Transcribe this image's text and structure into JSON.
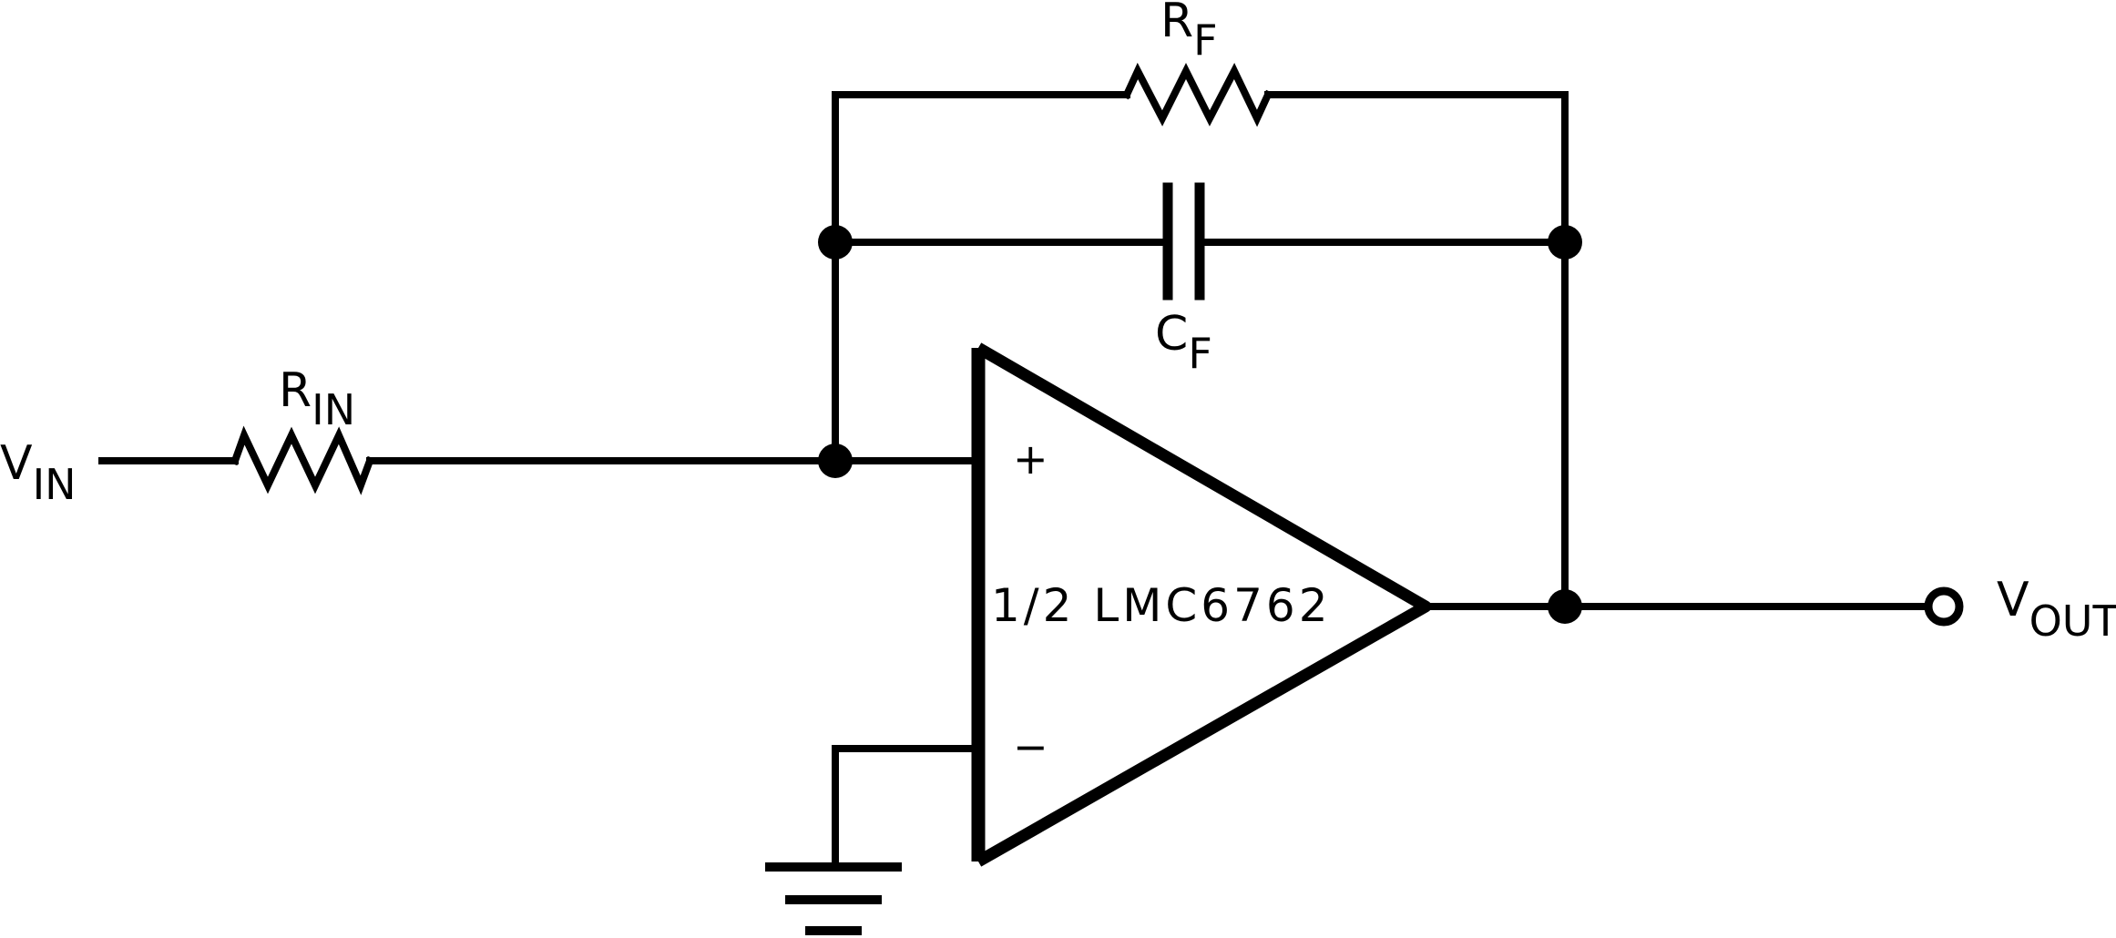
{
  "labels": {
    "vin_main": "V",
    "vin_sub": "IN",
    "rin_main": "R",
    "rin_sub": "IN",
    "rf_main": "R",
    "rf_sub": "F",
    "cf_main": "C",
    "cf_sub": "F",
    "vout_main": "V",
    "vout_sub": "OUT",
    "opamp_part": "1/2 LMC6762",
    "plus_pin": "+",
    "minus_pin": "−"
  }
}
